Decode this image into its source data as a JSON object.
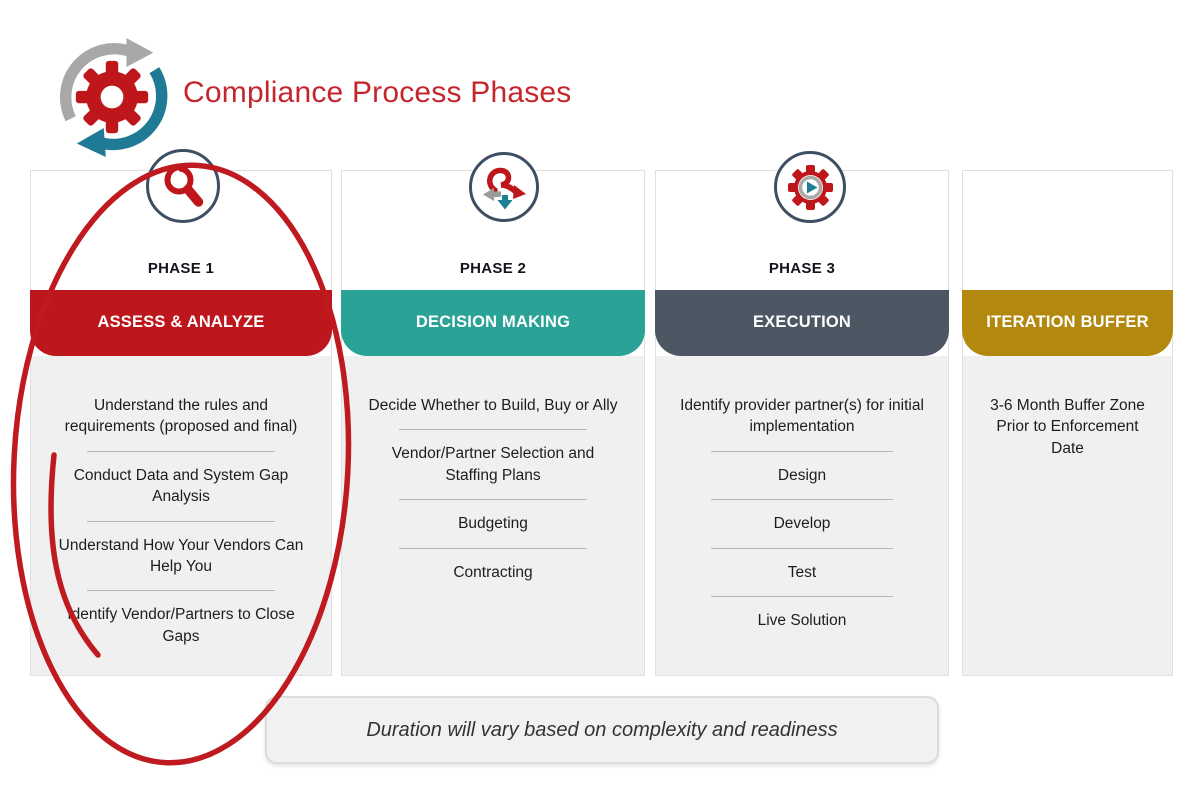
{
  "title": "Compliance Process Phases",
  "logo": {
    "icon": "gear-sync-icon"
  },
  "timeline": {
    "arrow_color": "#c5c5c5",
    "node_border_color": "#3e4e63"
  },
  "phases": [
    {
      "label": "PHASE 1",
      "icon": "magnifier-icon",
      "header": "ASSESS & ANALYZE",
      "color": "#bd161c",
      "items": [
        "Understand the rules and requirements (proposed and final)",
        "Conduct Data and System Gap Analysis",
        "Understand How Your Vendors Can Help You",
        "Identify Vendor/Partners to Close Gaps"
      ]
    },
    {
      "label": "PHASE 2",
      "icon": "decision-arrows-icon",
      "header": "DECISION MAKING",
      "color": "#2aa396",
      "items": [
        "Decide Whether to Build, Buy or Ally",
        "Vendor/Partner Selection and Staffing Plans",
        "Budgeting",
        "Contracting"
      ]
    },
    {
      "label": "PHASE 3",
      "icon": "gear-play-icon",
      "header": "EXECUTION",
      "color": "#4d5663",
      "items": [
        "Identify provider partner(s) for initial implementation",
        "Design",
        "Develop",
        "Test",
        "Live Solution"
      ]
    },
    {
      "label": "",
      "icon": "",
      "header": "ITERATION BUFFER",
      "color": "#b3880e",
      "items": [
        "3-6 Month Buffer Zone Prior to Enforcement Date"
      ]
    }
  ],
  "footer_note": "Duration will vary based on complexity and readiness",
  "annotation": {
    "shape": "hand-drawn ellipse around Phase 1",
    "color": "#bf1a1f"
  },
  "colors": {
    "title_red": "#c5262c",
    "phase1_red": "#bd161c",
    "phase2_teal": "#2aa396",
    "phase3_slate": "#4d5663",
    "buffer_gold": "#b3880e",
    "icon_teal": "#1f7f93",
    "icon_gray": "#a0a0a0",
    "card_body_gray": "#f0f0f1"
  }
}
